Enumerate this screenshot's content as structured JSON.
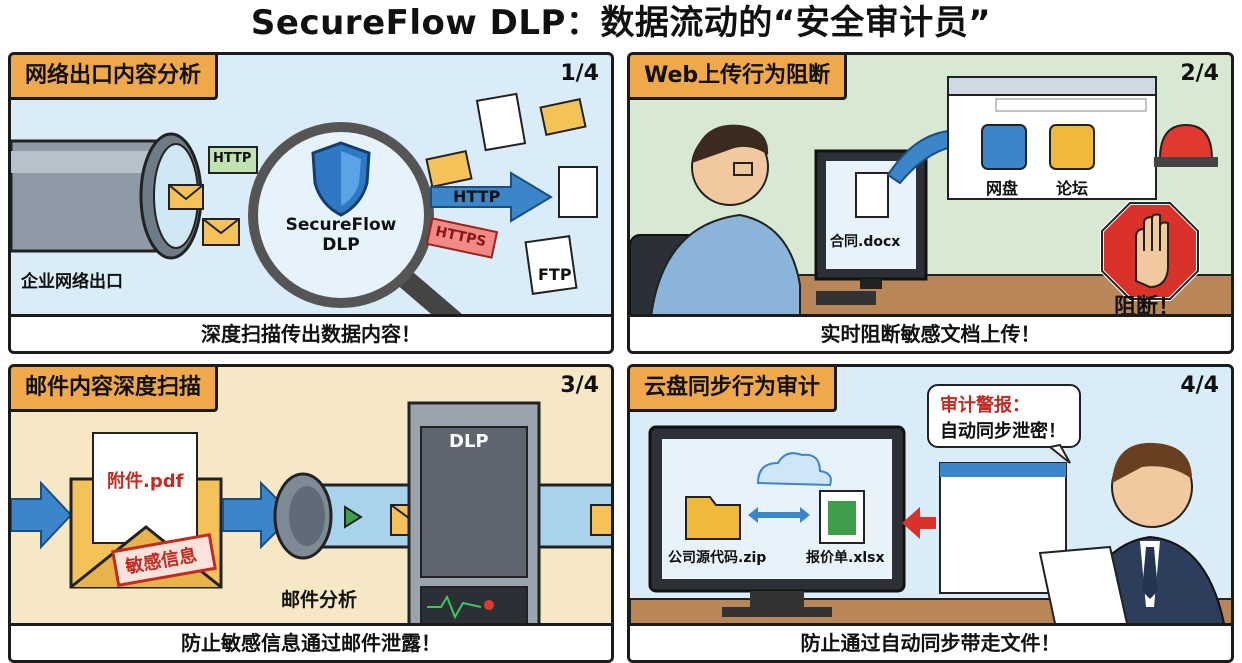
{
  "title": "SecureFlow DLP：数据流动的“安全审计员”",
  "panels": [
    {
      "heading": "网络出口内容分析",
      "number": "1/4",
      "caption": "深度扫描传出数据内容！",
      "labels": {
        "exit": "企业网络出口",
        "lens": "SecureFlow\nDLP",
        "lens_l1": "SecureFlow",
        "lens_l2": "DLP",
        "http_tag": "HTTP",
        "http_arrow": "HTTP",
        "https": "HTTPS",
        "ftp": "FTP"
      }
    },
    {
      "heading": "Web上传行为阻断",
      "number": "2/4",
      "caption": "实时阻断敏感文档上传！",
      "labels": {
        "file": "合同.docx",
        "netdisk": "网盘",
        "forum": "论坛",
        "block": "阻断！"
      }
    },
    {
      "heading": "邮件内容深度扫描",
      "number": "3/4",
      "caption": "防止敏感信息通过邮件泄露！",
      "labels": {
        "attachment": "附件.pdf",
        "stamp": "敏感信息",
        "analysis": "邮件分析",
        "server": "DLP"
      }
    },
    {
      "heading": "云盘同步行为审计",
      "number": "4/4",
      "caption": "防止通过自动同步带走文件！",
      "labels": {
        "alert_title": "审计警报：",
        "alert_body": "自动同步泄密！",
        "zip": "公司源代码.zip",
        "xlsx": "报价单.xlsx"
      }
    }
  ],
  "colors": {
    "accent": "#f0a94a",
    "blue": "#3a86c8",
    "red": "#d8322a",
    "green": "#3e9e4a"
  }
}
